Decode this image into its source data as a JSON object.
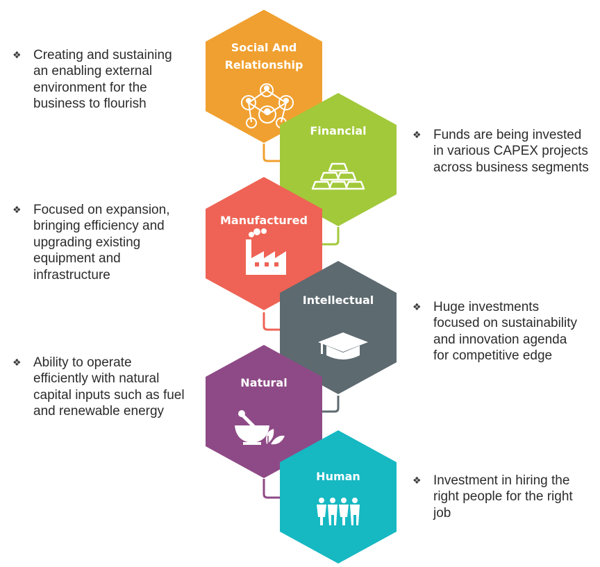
{
  "capitals": [
    {
      "title_lines": [
        "Social And",
        "Relationship"
      ],
      "color": "#F0A030",
      "icon": "network-people-icon"
    },
    {
      "title_lines": [
        "Financial"
      ],
      "color": "#A2C93A",
      "icon": "gold-bars-icon"
    },
    {
      "title_lines": [
        "Manufactured"
      ],
      "color": "#EE6355",
      "icon": "factory-icon"
    },
    {
      "title_lines": [
        "Intellectual"
      ],
      "color": "#5D6A70",
      "icon": "graduation-cap-icon"
    },
    {
      "title_lines": [
        "Natural"
      ],
      "color": "#8E4A86",
      "icon": "mortar-pestle-leaf-icon"
    },
    {
      "title_lines": [
        "Human"
      ],
      "color": "#16B8C2",
      "icon": "people-group-icon"
    }
  ],
  "descriptions": {
    "social": [
      "Creating and sustaining",
      "an enabling external",
      "environment for the",
      "business to flourish"
    ],
    "financial": [
      "Funds are being invested",
      "in various CAPEX projects",
      "across business segments"
    ],
    "manufactured": [
      "Focused on expansion,",
      "bringing efficiency and",
      "upgrading existing",
      "equipment and",
      "infrastructure"
    ],
    "intellectual": [
      "Huge investments",
      "focused on sustainability",
      "and innovation agenda",
      "for competitive edge"
    ],
    "natural": [
      "Ability to operate",
      "efficiently with natural",
      "capital inputs such as fuel",
      "and renewable energy"
    ],
    "human": [
      "Investment in hiring the",
      "right people for the right",
      "job"
    ]
  },
  "bullet_symbol": "❖"
}
